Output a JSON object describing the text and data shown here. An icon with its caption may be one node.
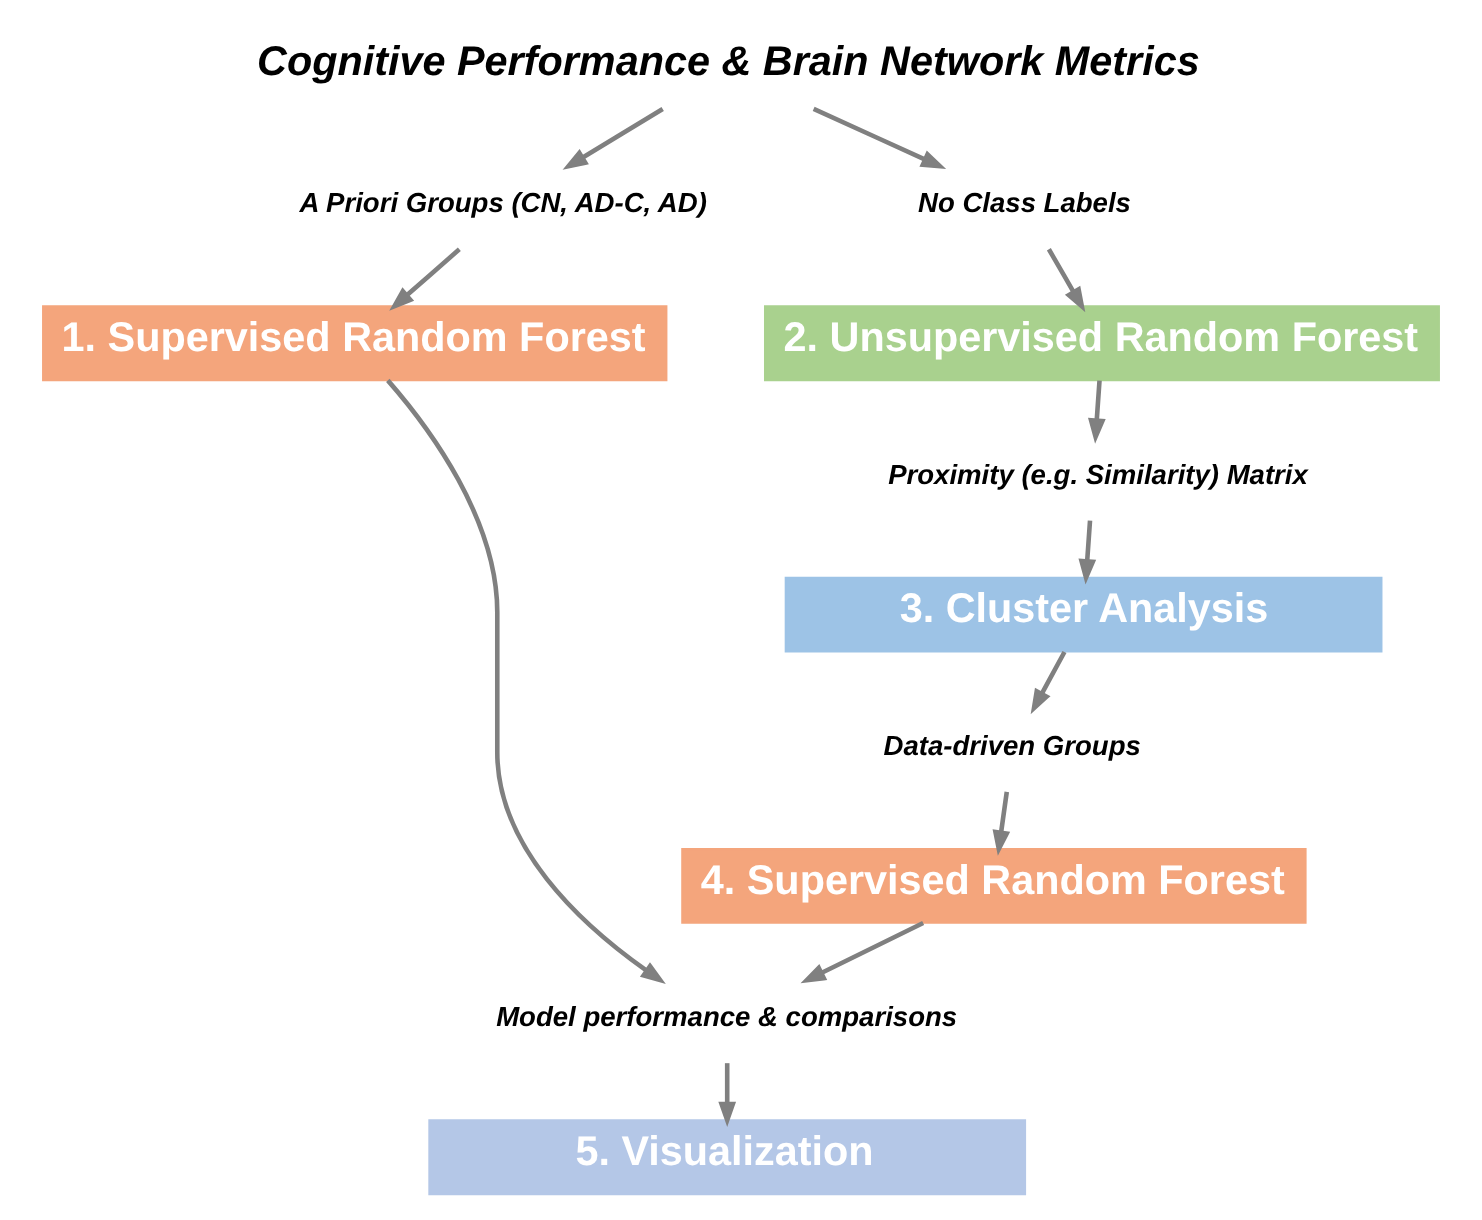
{
  "diagram": {
    "nodes": [
      {
        "text": [
          "Cognitive Performance & Brain Network Metrics"
        ]
      },
      {
        "text": [
          "A Priori Groups (CN, AD-C, AD)"
        ]
      },
      {
        "text": [
          "No Class Labels"
        ]
      },
      {
        "text": [
          "1. Supervised Random Forest"
        ]
      },
      {
        "text": [
          "2. Unsupervised Random Forest"
        ]
      },
      {
        "text": [
          "Proximity (e.g. Similarity) Matrix"
        ]
      },
      {
        "text": [
          "3. Cluster Analysis"
        ]
      },
      {
        "text": [
          "Data-driven Groups"
        ]
      },
      {
        "text": [
          "4. Supervised Random Forest"
        ]
      },
      {
        "text": [
          "Model performance & comparisons"
        ]
      },
      {
        "text": [
          "5. Visualization"
        ]
      }
    ],
    "edges": [
      {
        "from": 0,
        "to": 1,
        "arrow": "to"
      },
      {
        "from": 1,
        "to": 3,
        "arrow": "to"
      },
      {
        "from": 0,
        "to": 2,
        "arrow": "to"
      },
      {
        "from": 2,
        "to": 4,
        "arrow": "to"
      },
      {
        "from": 4,
        "to": 5,
        "arrow": "to"
      },
      {
        "from": 5,
        "to": 6,
        "arrow": "to"
      },
      {
        "from": 6,
        "to": 7,
        "arrow": "to"
      },
      {
        "from": 7,
        "to": 8,
        "arrow": "to"
      },
      {
        "from": 8,
        "to": 9,
        "arrow": "to"
      },
      {
        "from": 3,
        "to": 9,
        "arrow": "to"
      },
      {
        "from": 9,
        "to": 10,
        "arrow": "to"
      }
    ]
  }
}
